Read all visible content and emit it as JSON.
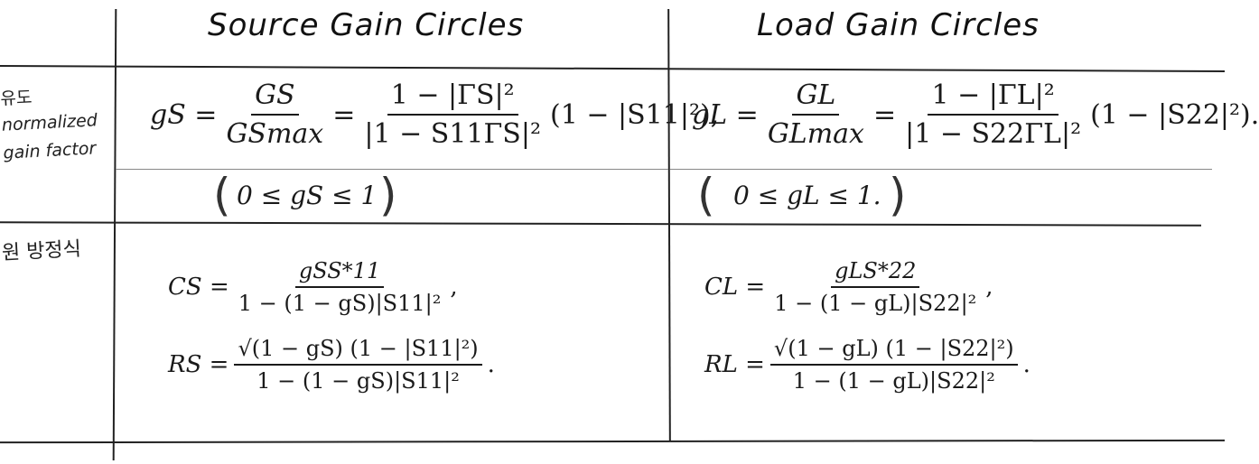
{
  "headers": {
    "source": "Source Gain Circles",
    "load": "Load Gain Circles"
  },
  "row_labels": {
    "gain_factor_korean": "유도",
    "gain_factor_line1": "normalized",
    "gain_factor_line2": "gain factor",
    "circle_eq": "원 방정식"
  },
  "source": {
    "g_lhs": "gS = ",
    "g_frac_num": "GS",
    "g_frac_den": "GSmax",
    "g_eq": "=",
    "g_frac2_num": "1 − |ΓS|²",
    "g_frac2_den": "|1 − S11ΓS|²",
    "g_tail": "(1 − |S11|²),",
    "range": "0 ≤ gS ≤ 1",
    "C_lhs": "CS =",
    "C_num": "gSS*11",
    "C_den": "1 − (1 − gS)|S11|²",
    "C_tail": ",",
    "R_lhs": "RS =",
    "R_num": "√(1 − gS) (1 − |S11|²)",
    "R_den": "1 − (1 − gS)|S11|²",
    "R_tail": "."
  },
  "load": {
    "g_lhs": "gL = ",
    "g_frac_num": "GL",
    "g_frac_den": "GLmax",
    "g_eq": "=",
    "g_frac2_num": "1 − |ΓL|²",
    "g_frac2_den": "|1 − S22ΓL|²",
    "g_tail": "(1 − |S22|²).",
    "range": "0 ≤ gL ≤ 1.",
    "C_lhs": "CL =",
    "C_num": "gLS*22",
    "C_den": "1 − (1 − gL)|S22|²",
    "C_tail": ",",
    "R_lhs": "RL =",
    "R_num": "√(1 − gL) (1 − |S22|²)",
    "R_den": "1 − (1 − gL)|S22|²",
    "R_tail": "."
  }
}
